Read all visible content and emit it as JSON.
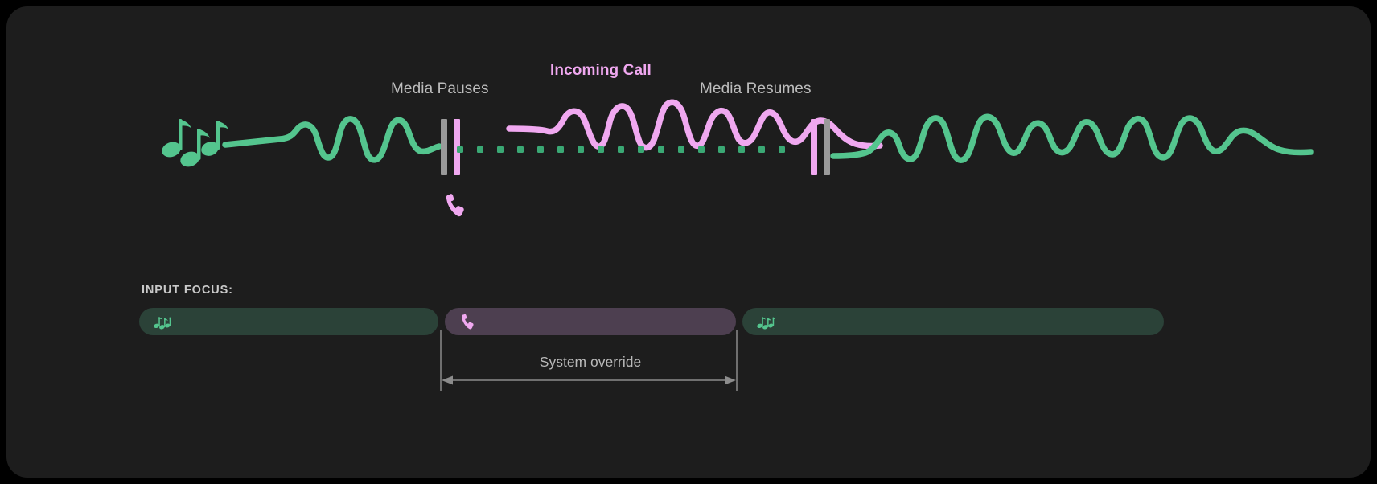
{
  "theme": {
    "page_background": "#000000",
    "card_background": "#1d1d1d",
    "media_accent": "#54c58e",
    "call_accent": "#f0a8f0",
    "pause_marker": "#9a9a9a",
    "muted_text": "#bdbdbd",
    "bar_media_fill": "#2b4238",
    "bar_call_fill": "#4d3f50",
    "arrow_color": "#8c8c8c"
  },
  "timeline": {
    "labels": {
      "media_pauses": "Media Pauses",
      "incoming_call": "Incoming Call",
      "media_resumes": "Media Resumes"
    },
    "icons": {
      "music": "music-notes-icon",
      "phone": "phone-icon"
    },
    "segments": [
      {
        "id": "media-before",
        "state": "playing",
        "accent": "#54c58e"
      },
      {
        "id": "call-active",
        "state": "ducked",
        "accent": "#f0a8f0"
      },
      {
        "id": "media-after",
        "state": "playing",
        "accent": "#54c58e"
      }
    ],
    "muted_dot_count": 17
  },
  "input_focus": {
    "heading": "INPUT FOCUS:",
    "tracks": [
      {
        "id": "media-a",
        "icon": "music-notes-icon",
        "fill": "#2b4238"
      },
      {
        "id": "call",
        "icon": "phone-icon",
        "fill": "#4d3f50"
      },
      {
        "id": "media-b",
        "icon": "music-notes-icon",
        "fill": "#2b4238"
      }
    ],
    "override_label": "System override"
  }
}
